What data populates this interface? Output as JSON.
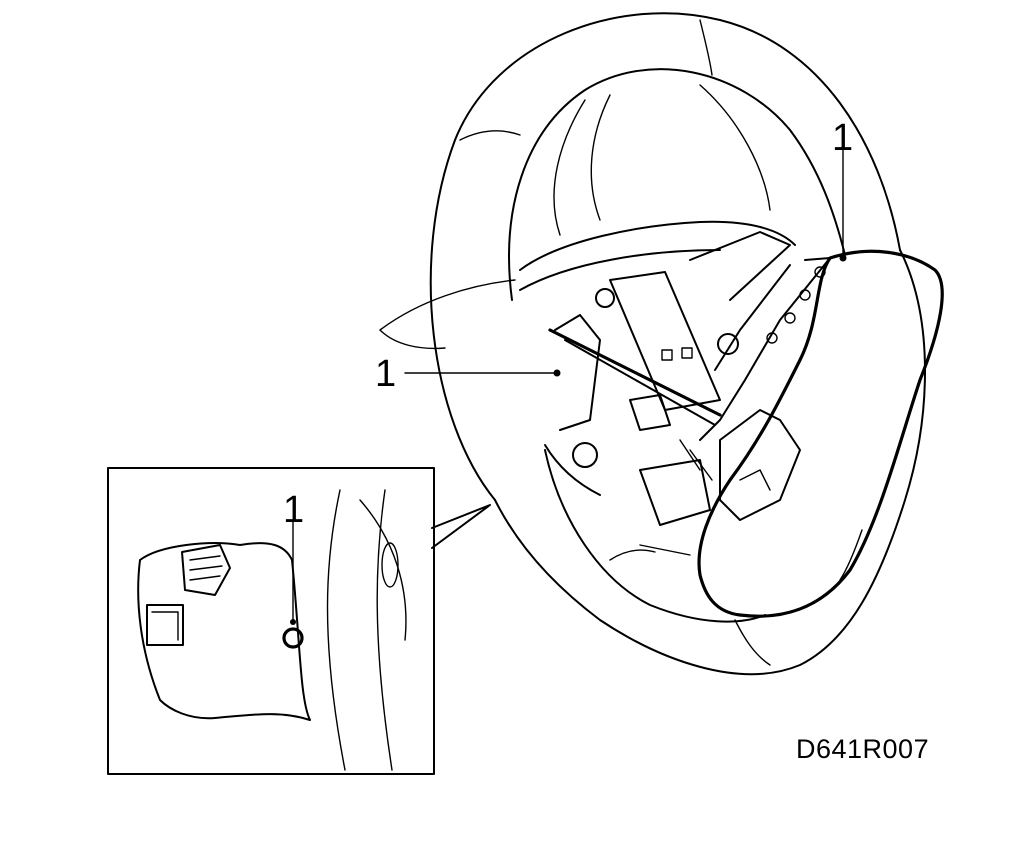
{
  "callouts": {
    "top_right": "1",
    "left": "1",
    "inset": "1"
  },
  "figure_code": "D641R007"
}
